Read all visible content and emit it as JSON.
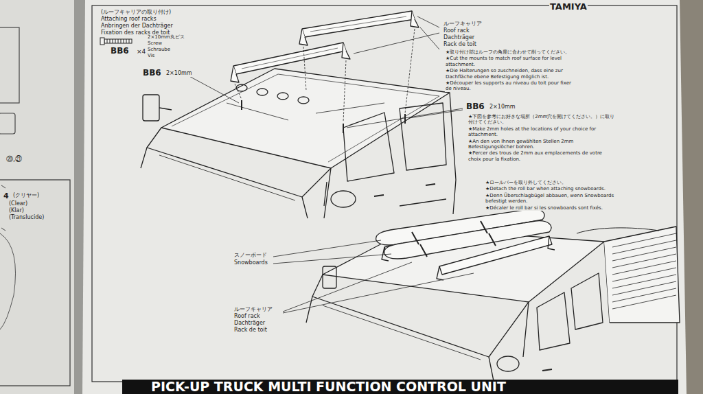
{
  "diagram": {
    "nodes": [
      {
        "text": [
          "PICK-UP TRUCK MULTI FUNCTION CONTROL UNIT"
        ]
      }
    ],
    "labels": [
      "TAMIYA",
      "(ルーフキャリアの取り付け)",
      "Attaching roof racks",
      "Anbringen der Dachträger",
      "Fixation des racks de toit",
      "2×10mm丸ビス",
      "Screw",
      "Schraube",
      "Vis",
      "BB6",
      "×4",
      "BB6",
      "2×10mm",
      "ルーフキャリア",
      "Roof rack",
      "Dachträger",
      "Rack de toit",
      "★取り付け部はルーフの角度に合わせて削ってください。",
      "★Cut the mounts to match roof surface for level attachment.",
      "★Die Halterungen so zuschneiden, dass eine zur Dachfläche ebene Befestigung möglich ist.",
      "★Découper les supports au niveau du toit pour fixer de niveau.",
      "BB6",
      "2×10mm",
      "★下図を参考にお好きな場所（2mm穴を開けてください。）に取り付けてください。",
      "★Make 2mm holes at the locations of your choice for attachment.",
      "★An den von Ihnen gewählten Stellen 2mm Befestigungslöcher bohren.",
      "★Percer des trous de 2mm aux emplacements de votre choix pour la fixation.",
      "★ロールバーを取り外してください。",
      "★Detach the roll bar when attaching snowboards.",
      "★Denn Überschlagbügel abbauen, wenn Snowboards befestigt werden.",
      "★Décaler le roll bar si les snowboards sont fixés.",
      "スノーボード",
      "Snowboards",
      "ルーフキャリア",
      "Roof rack",
      "Dachträger",
      "Rack de toit",
      "⑳,㉑",
      "4",
      "(クリヤー)",
      "(Clear)",
      "(Klar)",
      "(Translucide)"
    ]
  }
}
